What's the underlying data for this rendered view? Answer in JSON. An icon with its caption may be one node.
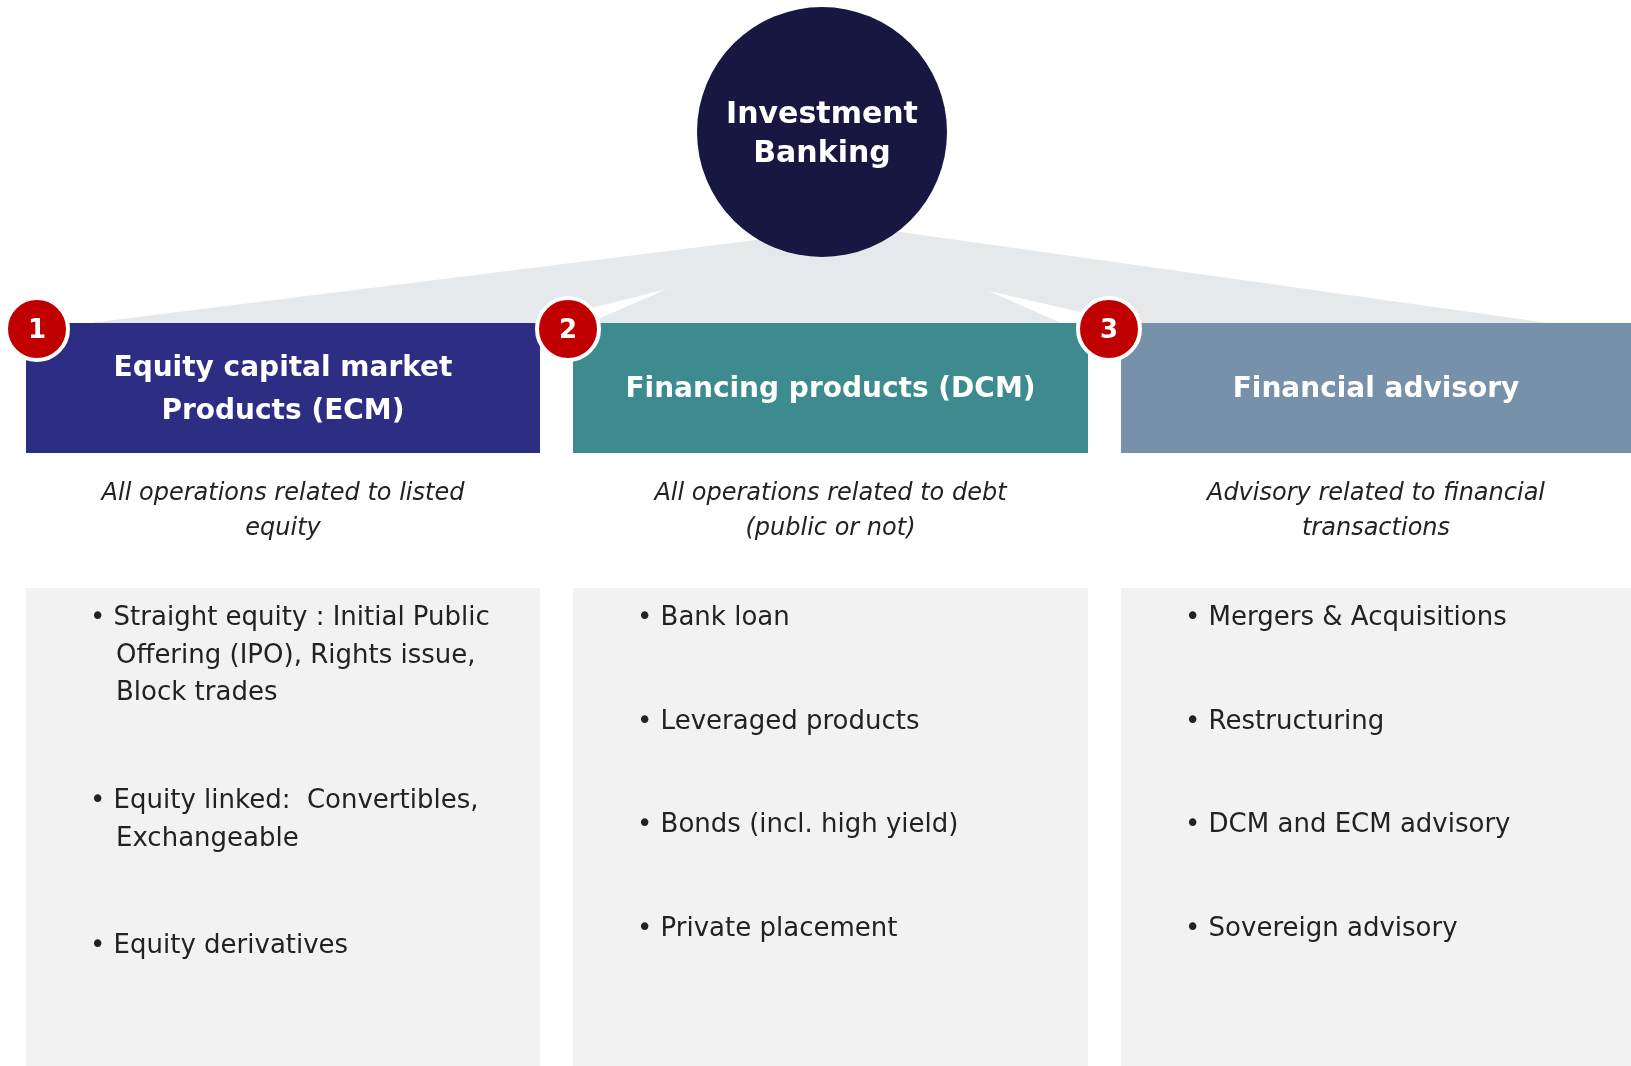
{
  "diagram": {
    "nodes": [
      {
        "text": [
          "Investment Banking"
        ]
      },
      {
        "text": [
          "1"
        ]
      },
      {
        "text": [
          "Equity capital market Products (ECM)"
        ],
        "beside": [
          "All operations related to listed equity"
        ]
      },
      {
        "text": [
          "2"
        ]
      },
      {
        "text": [
          "Financing products (DCM)"
        ],
        "beside": [
          "All operations related to debt (public or not)"
        ]
      },
      {
        "text": [
          "3"
        ]
      },
      {
        "text": [
          "Financial advisory"
        ],
        "beside": [
          "Advisory related to financial transactions"
        ]
      },
      {
        "text": [
          "• Straight equity : Initial Public Offering (IPO), Rights issue, Block trades",
          "• Equity linked:  Convertibles, Exchangeable",
          "• Equity derivatives"
        ]
      },
      {
        "text": [
          "• Bank loan",
          "• Leveraged products",
          "• Bonds (incl. high yield)",
          "• Private placement"
        ]
      },
      {
        "text": [
          "• Mergers & Acquisitions",
          "• Restructuring",
          "• DCM and ECM advisory",
          "• Sovereign advisory"
        ]
      }
    ],
    "edges": [
      {
        "from": 0,
        "to": 2,
        "arrow": "none"
      },
      {
        "from": 0,
        "to": 4,
        "arrow": "none"
      },
      {
        "from": 0,
        "to": 6,
        "arrow": "none"
      }
    ]
  }
}
